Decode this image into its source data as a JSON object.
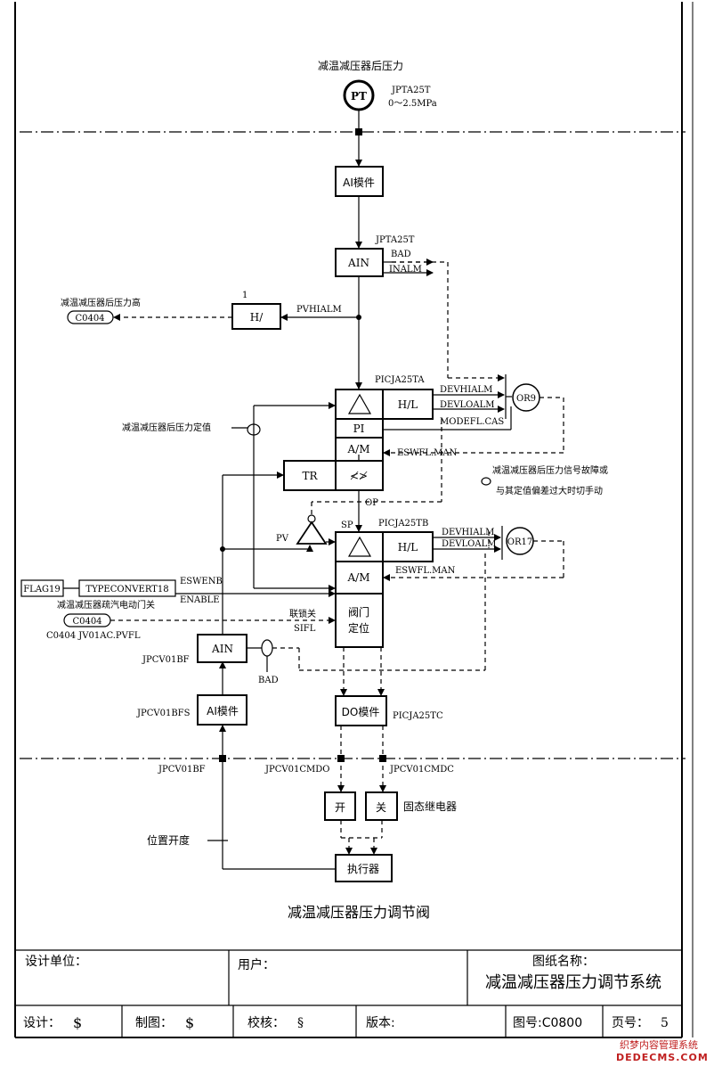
{
  "signals": {
    "pt_title": "减温减压器后压力",
    "pt_label": "PT",
    "pt_tag": "JPTA25T",
    "pt_range": "0～2.5MPa",
    "ai_module_1": "AI模件",
    "ain_tag_1": "JPTA25T",
    "ain_label": "AIN",
    "bad": "BAD",
    "inalm": "INALM",
    "h_block_num": "1",
    "h_block": "H/",
    "pvhialm": "PVHIALM",
    "pressure_high_text": "减温减压器后压力高",
    "c0404": "C0404",
    "picja25ta": "PICJA25TA",
    "hl": "H/L",
    "devhialm": "DEVHIALM",
    "devloalm": "DEVLOALM",
    "modefl_cas": "MODEFL.CAS",
    "or9": "OR9",
    "setpoint_text": "减温减压器后压力定值",
    "pi": "PI",
    "am": "A/M",
    "eswfl_man": "ESWFL.MAN",
    "tr": "TR",
    "tr_symbol": "≮≯",
    "fault_note_1": "减温减压器后压力信号故障或",
    "fault_note_2": "与其定值偏差过大时切手动",
    "op": "OP",
    "sp": "SP",
    "pv": "PV",
    "picja25tb": "PICJA25TB",
    "or17": "OR17",
    "flag19": "FLAG19",
    "typeconvert18": "TYPECONVERT18",
    "eswenb": "ESWENB",
    "enable": "ENABLE",
    "valve_fault_text": "减温减压器疏汽电动门关",
    "interlock_close": "联锁关",
    "sifl": "SIFL",
    "valve_pos_1": "阀门",
    "valve_pos_2": "定位",
    "c0404_ref": "C0404  JV01AC.PVFL",
    "jpcv01bf": "JPCV01BF",
    "jpcv01bfs": "JPCV01BFS",
    "ai_module_2": "AI模件",
    "do_module": "DO模件",
    "picja25tc": "PICJA25TC",
    "jpcv01bf_2": "JPCV01BF",
    "jpcv01cmdo": "JPCV01CMDO",
    "jpcv01cmdc": "JPCV01CMDC",
    "open": "开",
    "close": "关",
    "ssr": "固态继电器",
    "position_opening": "位置开度",
    "actuator": "执行器",
    "diagram_title": "减温减压器压力调节阀"
  },
  "title_block": {
    "design_unit": "设计单位：",
    "user": "用户：",
    "drawing_name_label": "图纸名称：",
    "drawing_name": "减温减压器压力调节系统",
    "design": "设计：",
    "design_val": "$",
    "draw": "制图：",
    "draw_val": "$",
    "check": "校核：",
    "check_val": "§",
    "version": "版本:",
    "drawing_no": "图号:C0800",
    "page": "页号：",
    "page_val": "5"
  },
  "watermark": {
    "line1": "织梦内容管理系统",
    "line2": "DEDECMS.COM"
  }
}
